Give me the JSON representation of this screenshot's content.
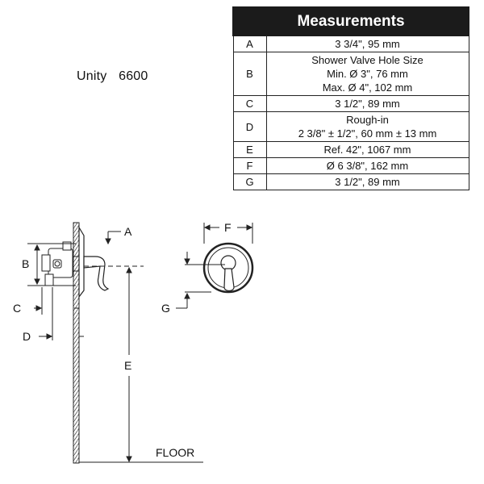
{
  "title": "Unity",
  "model_number": "6600",
  "table": {
    "header": "Measurements",
    "rows": [
      {
        "key": "A",
        "lines": [
          "3 3/4\", 95 mm"
        ]
      },
      {
        "key": "B",
        "lines": [
          "Shower Valve Hole Size",
          "Min. Ø 3\", 76 mm",
          "Max. Ø 4\", 102 mm"
        ]
      },
      {
        "key": "C",
        "lines": [
          "3 1/2\", 89 mm"
        ]
      },
      {
        "key": "D",
        "lines": [
          "Rough-in",
          "2 3/8\" ± 1/2\", 60 mm ± 13 mm"
        ]
      },
      {
        "key": "E",
        "lines": [
          "Ref. 42\", 1067 mm"
        ]
      },
      {
        "key": "F",
        "lines": [
          "Ø 6 3/8\", 162 mm"
        ]
      },
      {
        "key": "G",
        "lines": [
          "3 1/2\", 89 mm"
        ]
      }
    ]
  },
  "diagram_labels": {
    "a": "A",
    "b": "B",
    "c": "C",
    "d": "D",
    "e": "E",
    "f": "F",
    "g": "G",
    "floor": "FLOOR"
  }
}
